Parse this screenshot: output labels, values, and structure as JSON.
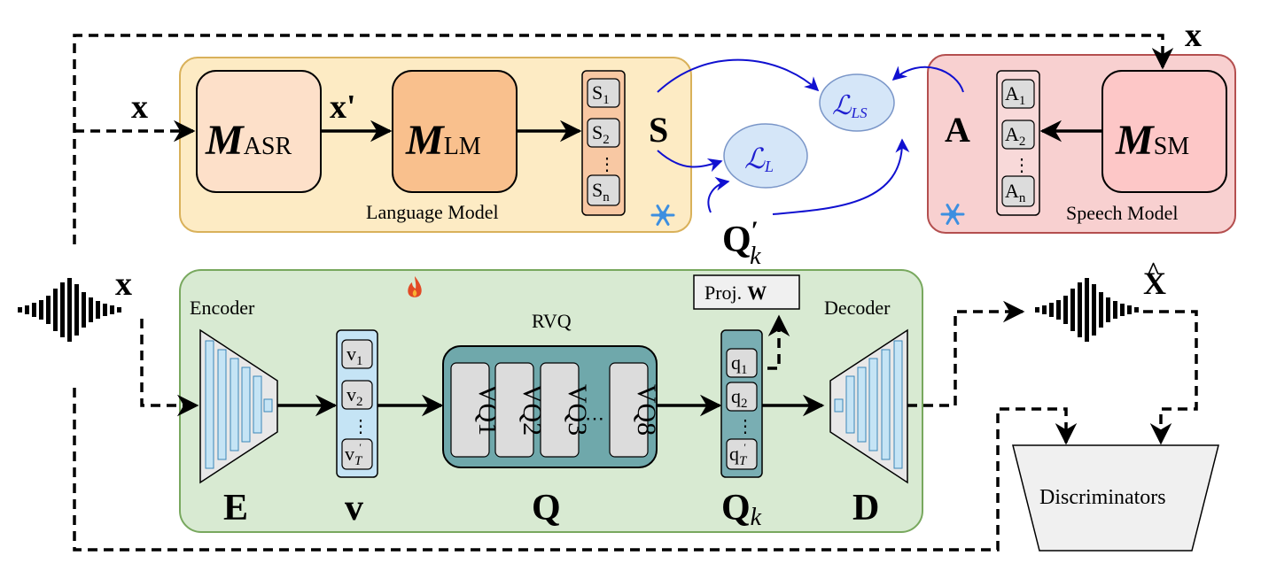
{
  "colors": {
    "language_panel": "#fdebc4",
    "speech_panel": "#f8d0d0",
    "codec_panel": "#d8ead2",
    "asr_box": "#fde0c9",
    "lm_box": "#f9c08d",
    "sm_box": "#fdc7c7",
    "seq_s": "#f8c8a3",
    "seq_a": "#f8d9d9",
    "token": "#dcdcdc",
    "vbar": "#c5e4f5",
    "qbar": "#79aeb3",
    "rvq": "#6fa8ab",
    "loss": "#d5e6f8",
    "loss_text": "#1f1fd0",
    "blue_arrow": "#1010d0",
    "snow": "#3d8fe0",
    "fire": "#e24a25"
  },
  "icons": {
    "snowflake": "snowflake-icon",
    "fire": "fire-icon",
    "waveform": "waveform-icon"
  },
  "labels": {
    "x_top_right": "x",
    "x_left": "x",
    "x_prime": "x'",
    "x_wave": "x",
    "x_hat": "X",
    "m_asr_main": "M",
    "m_asr_sub": "ASR",
    "m_lm_main": "M",
    "m_lm_sub": "LM",
    "m_sm_main": "M",
    "m_sm_sub": "SM",
    "language_model": "Language Model",
    "speech_model": "Speech Model",
    "s_vec": "S",
    "a_vec": "A",
    "loss_l_main": "ℒ",
    "loss_l_sub": "L",
    "loss_ls_main": "ℒ",
    "loss_ls_sub": "LS",
    "q_prime_main": "Q",
    "q_prime_sup": "′",
    "q_prime_sub": "k",
    "encoder": "Encoder",
    "decoder": "Decoder",
    "rvq": "RVQ",
    "proj_text": "Proj.",
    "proj_w": "W",
    "e": "E",
    "v": "v",
    "q": "Q",
    "qk_main": "Q",
    "qk_sub": "k",
    "d": "D",
    "discriminators": "Discriminators"
  },
  "s_tokens": [
    {
      "main": "S",
      "sub": "1"
    },
    {
      "main": "S",
      "sub": "2"
    },
    {
      "main": "S",
      "sub": "n"
    }
  ],
  "a_tokens": [
    {
      "main": "A",
      "sub": "1"
    },
    {
      "main": "A",
      "sub": "2"
    },
    {
      "main": "A",
      "sub": "n"
    }
  ],
  "v_tokens": [
    {
      "main": "v",
      "sub": "1"
    },
    {
      "main": "v",
      "sub": "2"
    },
    {
      "main": "v",
      "sub": "T",
      "sup": "′"
    }
  ],
  "q_tokens": [
    {
      "main": "q",
      "sub": "1"
    },
    {
      "main": "q",
      "sub": "2"
    },
    {
      "main": "q",
      "sub": "T",
      "sup": "′"
    }
  ],
  "vq_blocks": [
    "VQ1",
    "VQ2",
    "VQ3",
    "VQ8"
  ],
  "dots": "⋮",
  "vq_dots": "⋯"
}
